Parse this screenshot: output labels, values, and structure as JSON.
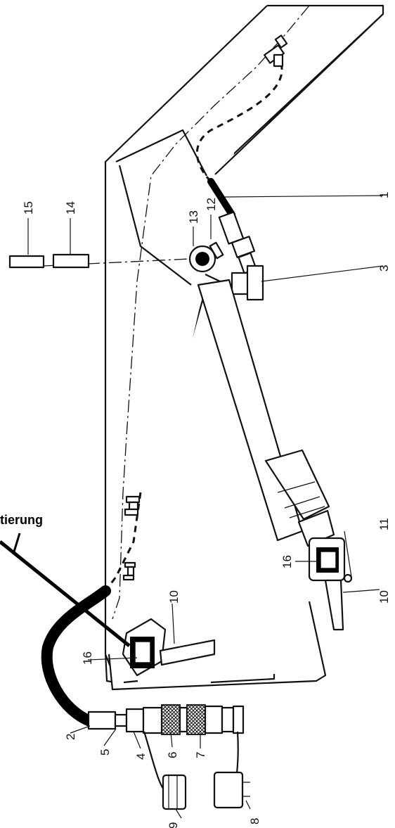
{
  "callout_text": "tierung",
  "labels": {
    "n1": "1",
    "n2": "2",
    "n3": "3",
    "n4": "4",
    "n5": "5",
    "n6": "6",
    "n7": "7",
    "n8": "8",
    "n9": "9",
    "n10a": "10",
    "n10b": "10",
    "n11": "11",
    "n12": "12",
    "n13": "13",
    "n14": "14",
    "n15": "15",
    "n16a": "16",
    "n16b": "16"
  }
}
